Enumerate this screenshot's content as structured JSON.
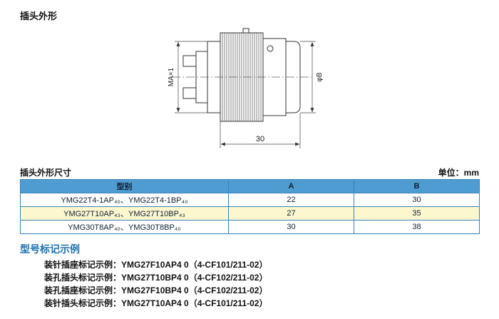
{
  "page": {
    "title": "插头外形"
  },
  "drawing": {
    "thread_label": "MA×1",
    "diameter_label": "φB",
    "length_label": "30"
  },
  "dimensions_section": {
    "title": "插头外形尺寸",
    "unit": "单位：mm"
  },
  "table": {
    "headers": [
      "型别",
      "A",
      "B"
    ],
    "rows": [
      {
        "model": "YMG22T4-1AP₄₀、YMG22T4-1BP₄₀",
        "a": "22",
        "b": "30"
      },
      {
        "model": "YMG27T10AP₄₃、YMG27T10BP₄₃",
        "a": "27",
        "b": "35"
      },
      {
        "model": "YMG30T8AP₄₀、YMG30T8BP₄₀",
        "a": "30",
        "b": "38"
      }
    ]
  },
  "examples": {
    "title": "型号标记示例",
    "lines": [
      {
        "label": "装针插座标记示例：",
        "value": "YMG27F10AP4 0（4-CF101/211-02）"
      },
      {
        "label": "装孔插头标记示例：",
        "value": "YMG27T10BP4 0（4-CF102/211-02）"
      },
      {
        "label": "装孔插座标记示例：",
        "value": "YMG27F10BP4 0（4-CF102/211-02）"
      },
      {
        "label": "装针插头标记示例：",
        "value": "YMG27T10AP4 0（4-CF101/211-02）"
      }
    ]
  },
  "colors": {
    "table_header_bg": "#4f9cd2",
    "table_border": "#3a7fb3",
    "row_highlight": "#fcf7cf",
    "section_title_blue": "#1b6fae"
  }
}
